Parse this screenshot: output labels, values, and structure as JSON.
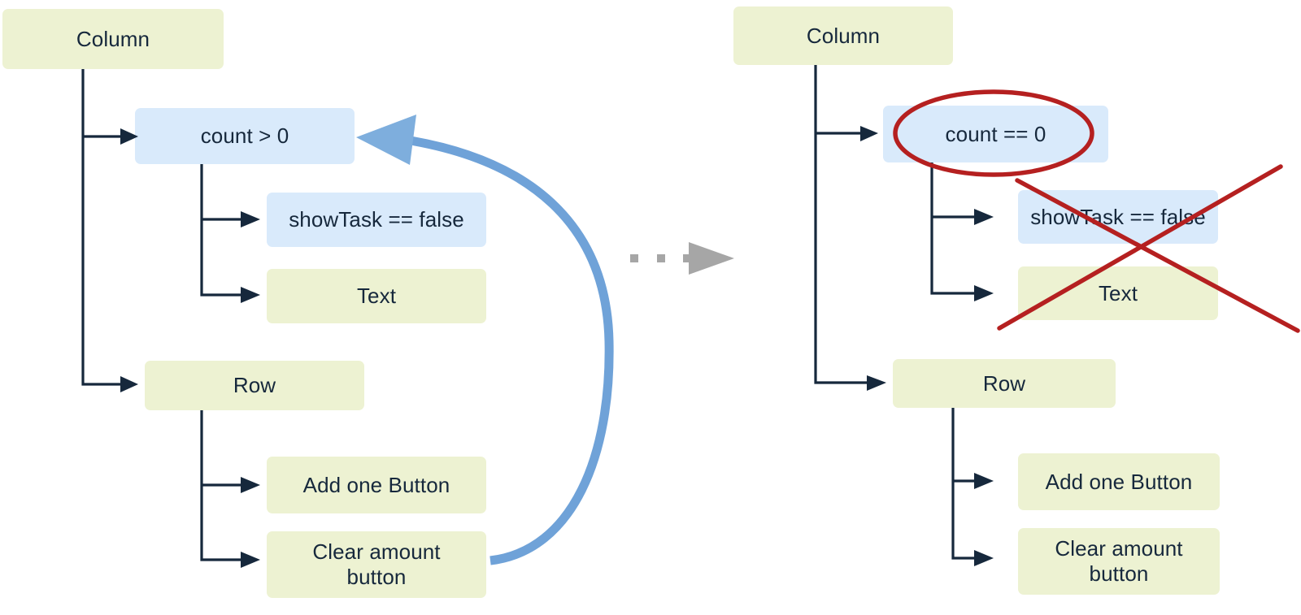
{
  "diagram": {
    "title": "Flutter widget tree rebuild comparison",
    "colors": {
      "green_node": "#edf2d2",
      "blue_node": "#d9eafb",
      "connector": "#16283c",
      "blue_arrow": "#6fa2d8",
      "red_annotation": "#b52020",
      "gray_transition": "#a6a6a6",
      "background": "#ffffff"
    },
    "left_panel": {
      "name": "before-state",
      "nodes": {
        "root": "Column",
        "condition": "count > 0",
        "show_task": "showTask == false",
        "text": "Text",
        "row": "Row",
        "add_button": "Add one Button",
        "clear_button": "Clear amount\nbutton"
      },
      "feedback_arrow": {
        "name": "rebuild-feedback-arrow",
        "from": "Clear amount button",
        "to": "count > 0",
        "color": "#6fa2d8"
      }
    },
    "transition": {
      "name": "transition-arrow",
      "style": "dotted-then-solid-triangle",
      "color": "#a6a6a6"
    },
    "right_panel": {
      "name": "after-state",
      "nodes": {
        "root": "Column",
        "condition": "count == 0",
        "show_task": "showTask == false",
        "text": "Text",
        "row": "Row",
        "add_button": "Add one Button",
        "clear_button": "Clear amount\nbutton"
      },
      "annotations": {
        "circle": {
          "name": "red-ellipse-highlight",
          "target": "count == 0"
        },
        "cross": {
          "name": "red-cross-out",
          "targets": [
            "showTask == false",
            "Text"
          ]
        }
      }
    }
  }
}
